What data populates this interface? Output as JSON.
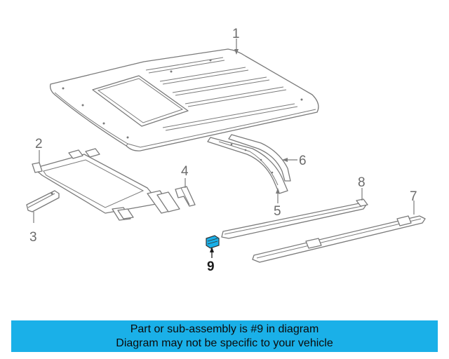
{
  "callouts": {
    "c1": "1",
    "c2": "2",
    "c3": "3",
    "c4": "4",
    "c5": "5",
    "c6": "6",
    "c7": "7",
    "c8": "8",
    "c9": "9"
  },
  "highlight_color": "#1ab0e8",
  "highlighted_part": "9",
  "banner": {
    "line1": "Part or sub-assembly is #9 in diagram",
    "line2": "Diagram may not be specific to your vehicle"
  }
}
